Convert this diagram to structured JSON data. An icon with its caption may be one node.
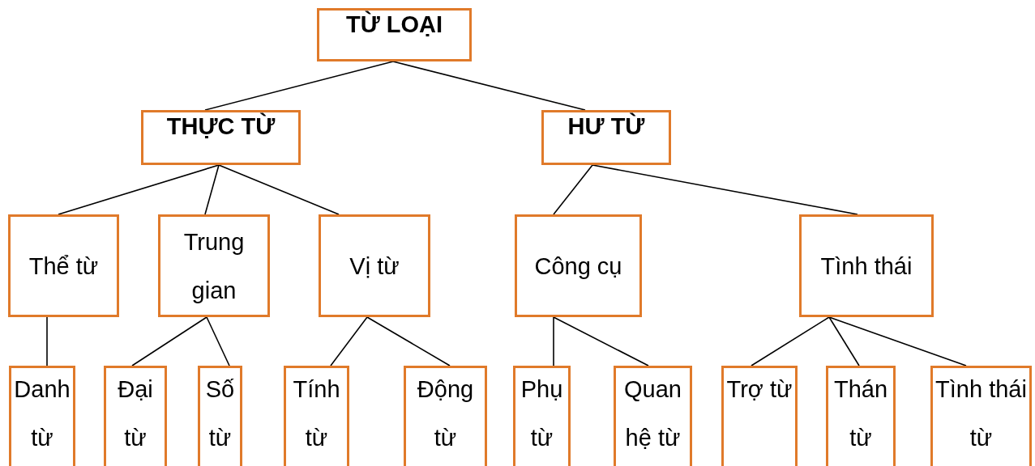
{
  "diagram": {
    "nodes": [
      {
        "text": [
          "TỪ LOẠI"
        ]
      },
      {
        "text": [
          "THỰC TỪ"
        ]
      },
      {
        "text": [
          "HƯ TỪ"
        ]
      },
      {
        "text": [
          "Thể từ"
        ]
      },
      {
        "text": [
          "Trung gian"
        ]
      },
      {
        "text": [
          "Vị từ"
        ]
      },
      {
        "text": [
          "Công cụ"
        ]
      },
      {
        "text": [
          "Tình thái"
        ]
      },
      {
        "text": [
          "Danh từ"
        ]
      },
      {
        "text": [
          "Đại từ"
        ]
      },
      {
        "text": [
          "Số từ"
        ]
      },
      {
        "text": [
          "Tính từ"
        ]
      },
      {
        "text": [
          "Động từ"
        ]
      },
      {
        "text": [
          "Phụ từ"
        ]
      },
      {
        "text": [
          "Quan hệ từ"
        ]
      },
      {
        "text": [
          "Trợ từ"
        ]
      },
      {
        "text": [
          "Thán từ"
        ]
      },
      {
        "text": [
          "Tình thái từ"
        ]
      }
    ],
    "edges": [
      {
        "from": 0,
        "to": 1,
        "arrow": "none"
      },
      {
        "from": 0,
        "to": 2,
        "arrow": "none"
      },
      {
        "from": 1,
        "to": 3,
        "arrow": "none"
      },
      {
        "from": 1,
        "to": 4,
        "arrow": "none"
      },
      {
        "from": 1,
        "to": 5,
        "arrow": "none"
      },
      {
        "from": 2,
        "to": 6,
        "arrow": "none"
      },
      {
        "from": 2,
        "to": 7,
        "arrow": "none"
      },
      {
        "from": 3,
        "to": 8,
        "arrow": "none"
      },
      {
        "from": 4,
        "to": 9,
        "arrow": "none"
      },
      {
        "from": 4,
        "to": 10,
        "arrow": "none"
      },
      {
        "from": 5,
        "to": 11,
        "arrow": "none"
      },
      {
        "from": 5,
        "to": 12,
        "arrow": "none"
      },
      {
        "from": 6,
        "to": 13,
        "arrow": "none"
      },
      {
        "from": 6,
        "to": 14,
        "arrow": "none"
      },
      {
        "from": 7,
        "to": 15,
        "arrow": "none"
      },
      {
        "from": 7,
        "to": 16,
        "arrow": "none"
      },
      {
        "from": 7,
        "to": 17,
        "arrow": "none"
      }
    ]
  }
}
